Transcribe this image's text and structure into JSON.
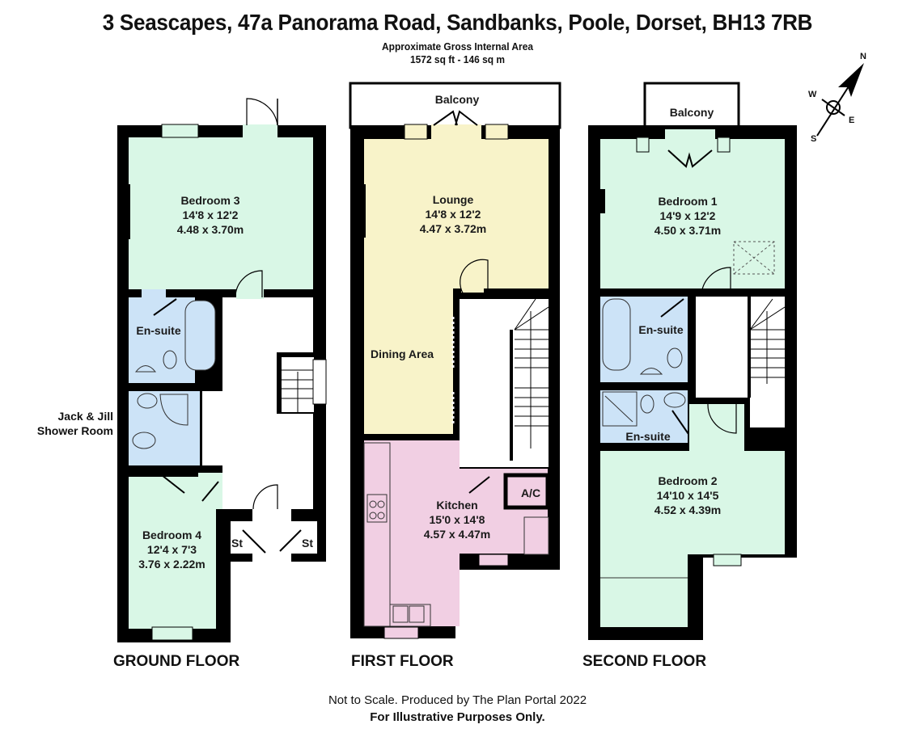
{
  "header": {
    "title": "3 Seascapes, 47a Panorama Road, Sandbanks, Poole, Dorset, BH13 7RB",
    "area_label": "Approximate Gross Internal Area",
    "area_value": "1572 sq ft - 146 sq m"
  },
  "colors": {
    "bedroom_green": "#d9f7e6",
    "bathroom_blue": "#cce3f7",
    "lounge_yellow": "#f8f3c9",
    "kitchen_pink": "#f1cfe3",
    "wall": "#000000"
  },
  "compass": {
    "n": "N",
    "s": "S",
    "e": "E",
    "w": "W"
  },
  "floors": {
    "ground": {
      "label": "GROUND FLOOR",
      "rooms": [
        {
          "name": "Bedroom 3",
          "imperial": "14'8 x 12'2",
          "metric": "4.48 x 3.70m"
        },
        {
          "name": "En-suite"
        },
        {
          "name": "Jack & Jill",
          "name2": "Shower Room"
        },
        {
          "name": "Bedroom 4",
          "imperial": "12'4 x 7'3",
          "metric": "3.76 x 2.22m"
        },
        {
          "name": "St"
        },
        {
          "name": "St"
        }
      ]
    },
    "first": {
      "label": "FIRST FLOOR",
      "rooms": [
        {
          "name": "Balcony"
        },
        {
          "name": "Lounge",
          "imperial": "14'8 x 12'2",
          "metric": "4.47 x 3.72m"
        },
        {
          "name": "Dining Area"
        },
        {
          "name": "Kitchen",
          "imperial": "15'0 x 14'8",
          "metric": "4.57 x 4.47m"
        },
        {
          "name": "A/C"
        }
      ]
    },
    "second": {
      "label": "SECOND FLOOR",
      "rooms": [
        {
          "name": "Balcony"
        },
        {
          "name": "Bedroom 1",
          "imperial": "14'9 x 12'2",
          "metric": "4.50 x 3.71m"
        },
        {
          "name": "En-suite"
        },
        {
          "name": "En-suite"
        },
        {
          "name": "Bedroom 2",
          "imperial": "14'10 x 14'5",
          "metric": "4.52 x 4.39m"
        }
      ]
    }
  },
  "footer": {
    "line1": "Not to Scale. Produced by The Plan Portal 2022",
    "line2": "For Illustrative Purposes Only."
  }
}
